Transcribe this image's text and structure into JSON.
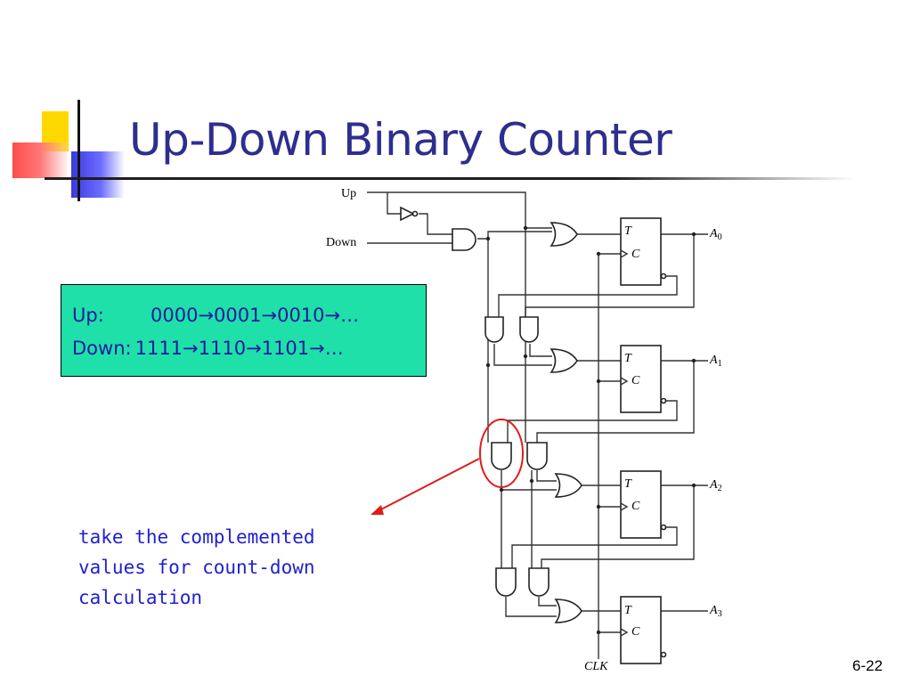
{
  "title": "Up-Down Binary Counter",
  "info_box": {
    "up_label": "Up:",
    "up_sequence": "0000→0001→0010→…",
    "down_label": "Down:",
    "down_sequence": "1111→1110→1101→…"
  },
  "annotation": {
    "line1": "take the complemented",
    "line2": "values for count-down",
    "line3": "calculation"
  },
  "circuit": {
    "inputs": {
      "up": "Up",
      "down": "Down",
      "clock": "CLK"
    },
    "flipflop_t_label": "T",
    "flipflop_c_label": "C",
    "outputs": [
      {
        "name": "A",
        "sub": "0"
      },
      {
        "name": "A",
        "sub": "1"
      },
      {
        "name": "A",
        "sub": "2"
      },
      {
        "name": "A",
        "sub": "3"
      }
    ]
  },
  "page_number": "6-22",
  "colors": {
    "title": "#2e2e8f",
    "info_box_bg": "#1fe0a8",
    "annotation_text": "#1f1fd0",
    "highlight_circle": "#e01b1b",
    "arrow": "#e01b1b"
  }
}
